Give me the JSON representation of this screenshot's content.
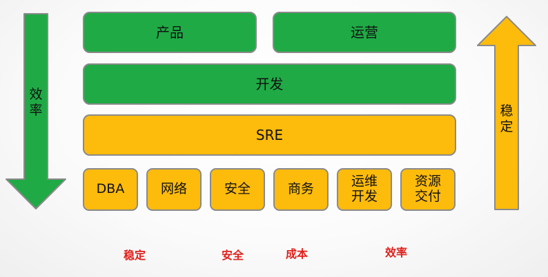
{
  "layers": {
    "product": "产品",
    "operations": "运营",
    "development": "开发",
    "sre": "SRE"
  },
  "teams": [
    {
      "line1": "DBA",
      "line2": ""
    },
    {
      "line1": "网络",
      "line2": ""
    },
    {
      "line1": "安全",
      "line2": ""
    },
    {
      "line1": "商务",
      "line2": ""
    },
    {
      "line1": "运维",
      "line2": "开发"
    },
    {
      "line1": "资源",
      "line2": "交付"
    }
  ],
  "arrows": {
    "left": {
      "label": "效率",
      "direction": "down",
      "color": "#1faa45"
    },
    "right": {
      "label": "稳定",
      "direction": "up",
      "color": "#fdbb0c"
    }
  },
  "bottom_labels": [
    "稳定",
    "安全",
    "成本",
    "效率"
  ],
  "colors": {
    "green": "#1faa45",
    "yellow": "#fdbb0c",
    "accent_red": "#e0201b",
    "border": "#8a8a8a"
  }
}
